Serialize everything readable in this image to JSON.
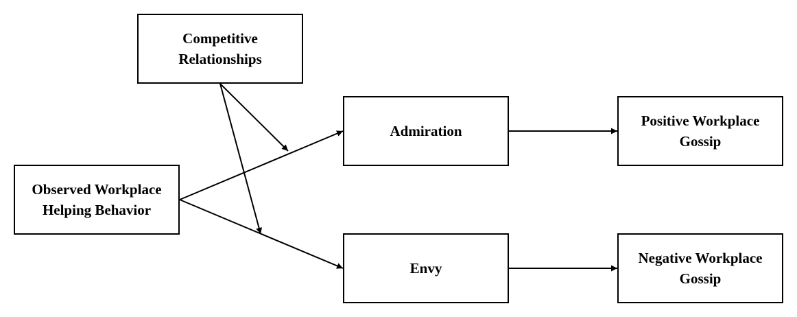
{
  "nodes": {
    "competitive": "Competitive\nRelationships",
    "observed": "Observed Workplace\nHelping Behavior",
    "admiration": "Admiration",
    "envy": "Envy",
    "positive_gossip": "Positive Workplace\nGossip",
    "negative_gossip": "Negative Workplace\nGossip"
  },
  "colors": {
    "stroke": "#000000",
    "background": "#ffffff"
  }
}
